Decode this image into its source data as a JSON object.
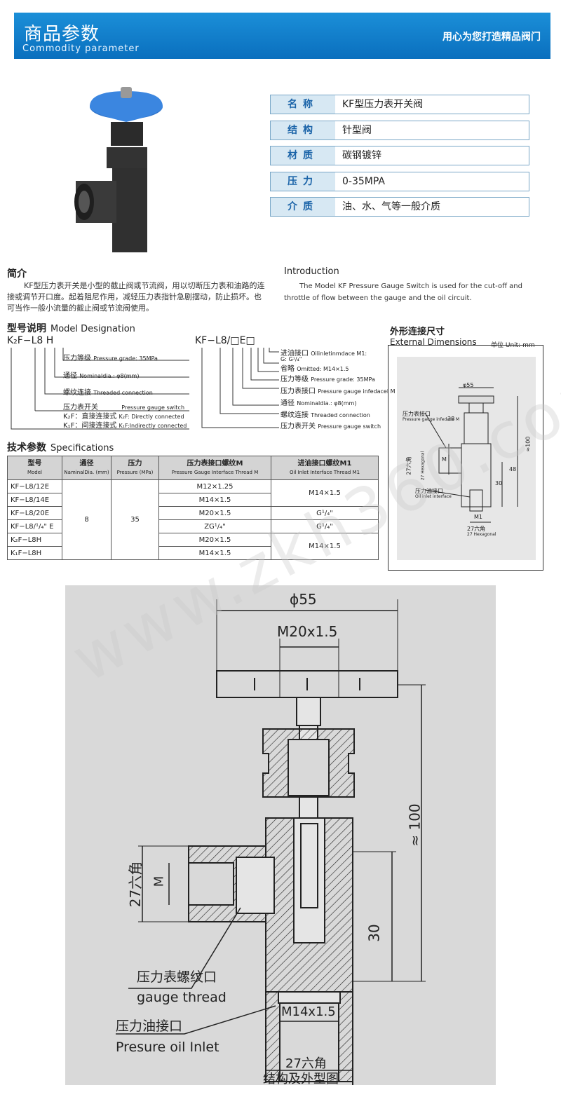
{
  "header": {
    "title": "商品参数",
    "subtitle": "Commodity parameter",
    "slogan": "用心为您打造精品阀门"
  },
  "params": [
    {
      "key": "名称",
      "value": "KF型压力表开关阀"
    },
    {
      "key": "结构",
      "value": "针型阀"
    },
    {
      "key": "材质",
      "value": "碳钢镀锌"
    },
    {
      "key": "压力",
      "value": "0-35MPA"
    },
    {
      "key": "介质",
      "value": "油、水、气等一般介质"
    }
  ],
  "intro": {
    "cn_heading": "简介",
    "cn_text": "KF型压力表开关是小型的截止阀或节流阀，用以切断压力表和油路的连接或调节开口度。起着阻尼作用，减轻压力表指针急剧摆动，防止损坏。也可当作一般小流量的截止阀或节流阀使用。",
    "en_heading": "Introduction",
    "en_text": "The Model KF Pressure Gauge Switch is used for the cut-off and throttle of flow between the gauge and the oil circuit."
  },
  "model": {
    "heading": "型号说明",
    "heading_en": "Model Designation",
    "left_code": "K₂F−L8 H",
    "left_labels": [
      {
        "cn": "压力等级",
        "en": "Pressure grade: 35MPa"
      },
      {
        "cn": "通径",
        "en": "Nominaldia.: φ8(mm)"
      },
      {
        "cn": "螺纹连接",
        "en": "Threaded connection"
      },
      {
        "cn": "压力表开关",
        "en": "Pressure gauge switch"
      },
      {
        "cn": "K₂F：直接连接式",
        "en": "K₂F: Directly connected"
      },
      {
        "cn": "K₁F：间接连接式",
        "en": "K₁F:Indirectly connected"
      }
    ],
    "right_code": "KF−L8/□E□",
    "right_labels": [
      {
        "cn": "进油接口",
        "en": "Oilinletinmdace M1:"
      },
      {
        "cn": "G: G¹/₄\"",
        "en": ""
      },
      {
        "cn": "省略",
        "en": "Omitted: M14×1.5"
      },
      {
        "cn": "压力等级",
        "en": "Pressure grade: 35MPa"
      },
      {
        "cn": "压力表接口",
        "en": "Pressure gauge infedacel M"
      },
      {
        "cn": "通径",
        "en": "Nominaldia.: φ8(mm)"
      },
      {
        "cn": "螺纹连接",
        "en": "Threaded connection"
      },
      {
        "cn": "压力表开关",
        "en": "Pressure gauge switch"
      }
    ]
  },
  "ext": {
    "heading": "外形连接尺寸",
    "heading_en": "External Dimensions",
    "unit": "单位 Unit: mm",
    "labels": {
      "d55": "φ55",
      "d38": "38",
      "gauge_cn": "压力表接口",
      "gauge_en": "Pressure gauge infedace M",
      "d100": "≈100",
      "hex_cn": "27六角",
      "hex_en": "27 Hexagonal",
      "m": "M",
      "d30": "30",
      "d48": "48",
      "oil_cn": "压力油接口",
      "oil_en": "Oil inlet interface",
      "m1": "M1",
      "hex2_cn": "27六角",
      "hex2_en": "27 Hexagonal"
    }
  },
  "spec": {
    "heading": "技术参数",
    "heading_en": "Specifications",
    "headers": [
      {
        "cn": "型号",
        "en": "Model"
      },
      {
        "cn": "通径",
        "en": "NaminalDia. (mm)"
      },
      {
        "cn": "压力",
        "en": "Pressure (MPa)"
      },
      {
        "cn": "压力表接口螺纹M",
        "en": "Pressure Gauge Interface Thread M"
      },
      {
        "cn": "进油接口螺纹M1",
        "en": "Oil Inlet Interface Thread M1"
      }
    ],
    "models": [
      "KF−L8/12E",
      "KF−L8/14E",
      "KF−L8/20E",
      "KF−L8/¹/₄\" E",
      "K₂F−L8H",
      "K₁F−L8H"
    ],
    "dia": "8",
    "pressure": "35",
    "gauge": [
      "M12×1.25",
      "M14×1.5",
      "M20×1.5",
      "ZG¹/₄\"",
      "M20×1.5",
      "M14×1.5"
    ],
    "oil": [
      "M14×1.5",
      "G¹/₄\"",
      "G¹/₄\"",
      "M14×1.5"
    ]
  },
  "drawing": {
    "d55": "ϕ55",
    "m20": "M20x1.5",
    "d100": "≈ 100",
    "hex": "27六角",
    "m": "M",
    "d30": "30",
    "gauge_cn": "压力表螺纹口",
    "gauge_en": "gauge thread",
    "m14": "M14x1.5",
    "oil_cn": "压力油接口",
    "oil_en": "Presure oil Inlet",
    "hex27": "27六角",
    "caption": "结构及外型图"
  },
  "watermark": "www.zkh360.com"
}
